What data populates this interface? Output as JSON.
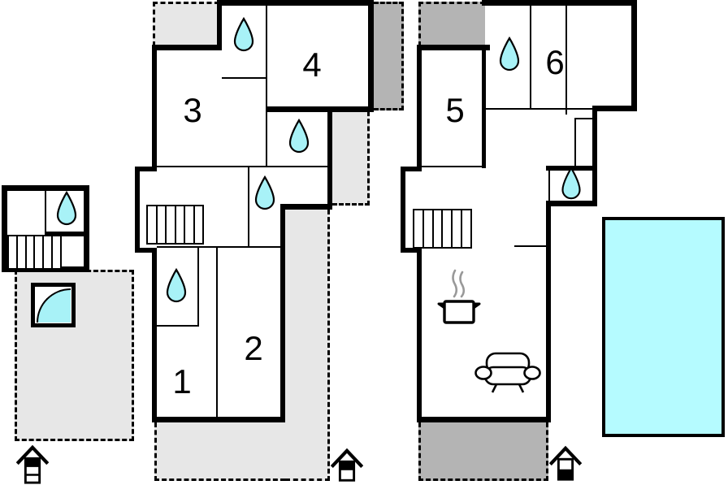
{
  "plan": {
    "name": "holiday-home-floor-plan",
    "rooms": [
      {
        "id": "room-1",
        "label": "1"
      },
      {
        "id": "room-2",
        "label": "2"
      },
      {
        "id": "room-3",
        "label": "3"
      },
      {
        "id": "room-4",
        "label": "4"
      },
      {
        "id": "room-5",
        "label": "5"
      },
      {
        "id": "room-6",
        "label": "6"
      }
    ],
    "icons": {
      "water_drop": "water-drop-icon",
      "stairs": "stairs-icon",
      "stove": "stove-icon",
      "sofa": "sofa-icon",
      "corner_shower": "corner-shower-icon",
      "entrance": "entrance-icon",
      "pool": "swimming-pool"
    },
    "colors": {
      "wall": "#000000",
      "water": "#a8f2f7",
      "pool": "#b5fbff",
      "terrace-light": "#e7e7e7",
      "terrace-dark": "#b4b4b4",
      "steam": "#999999"
    }
  }
}
